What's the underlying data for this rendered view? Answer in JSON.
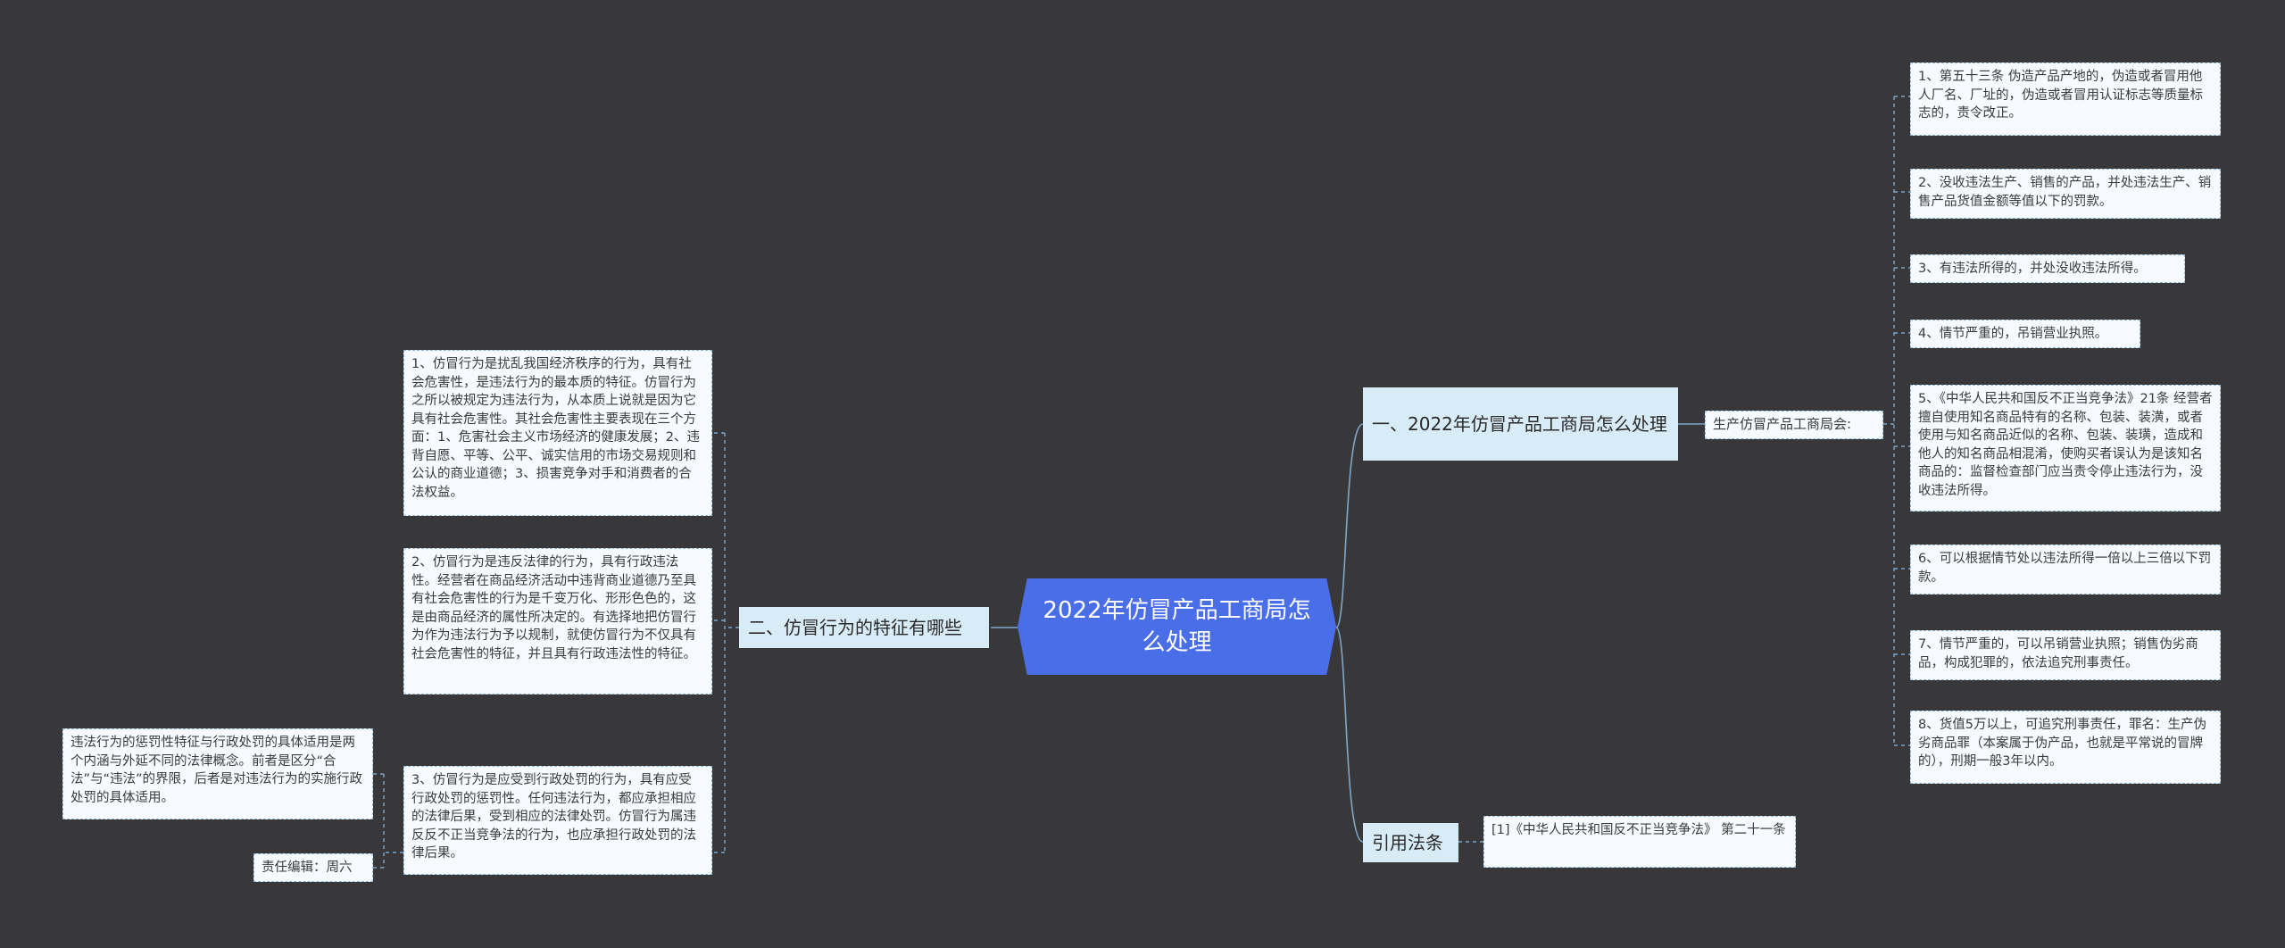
{
  "center": {
    "title": "2022年仿冒产品工商局怎么处理"
  },
  "branches": {
    "one": {
      "label": "一、2022年仿冒产品工商局怎么处理"
    },
    "two": {
      "label": "二、仿冒行为的特征有哪些"
    },
    "ref": {
      "label": "引用法条"
    }
  },
  "sub": {
    "gongshang": "生产仿冒产品工商局会:"
  },
  "penalties": [
    "1、第五十三条 伪造产品产地的，伪造或者冒用他人厂名、厂址的，伪造或者冒用认证标志等质量标志的，责令改正。",
    "2、没收违法生产、销售的产品，并处违法生产、销售产品货值金额等值以下的罚款。",
    "3、有违法所得的，并处没收违法所得。",
    "4、情节严重的，吊销营业执照。",
    "5、《中华人民共和国反不正当竞争法》21条 经营者擅自使用知名商品特有的名称、包装、装潢，或者使用与知名商品近似的名称、包装、装璜，造成和他人的知名商品相混淆，使购买者误认为是该知名商品的：监督检查部门应当责令停止违法行为，没收违法所得。",
    "6、可以根据情节处以违法所得一倍以上三倍以下罚款。",
    "7、情节严重的，可以吊销营业执照；销售伪劣商品，构成犯罪的，依法追究刑事责任。",
    "8、货值5万以上，可追究刑事责任，罪名：生产伪劣商品罪（本案属于伪产品，也就是平常说的冒牌的），刑期一般3年以内。"
  ],
  "features": [
    "1、仿冒行为是扰乱我国经济秩序的行为，具有社会危害性，是违法行为的最本质的特征。仿冒行为之所以被规定为违法行为，从本质上说就是因为它具有社会危害性。其社会危害性主要表现在三个方面：1、危害社会主义市场经济的健康发展；2、违背自愿、平等、公平、诚实信用的市场交易规则和公认的商业道德；3、损害竞争对手和消费者的合法权益。",
    "2、仿冒行为是违反法律的行为，具有行政违法性。经营者在商品经济活动中违背商业道德乃至具有社会危害性的行为是千变万化、形形色色的，这是由商品经济的属性所决定的。有选择地把仿冒行为作为违法行为予以规制，就使仿冒行为不仅具有社会危害性的特征，并且具有行政违法性的特征。",
    "3、仿冒行为是应受到行政处罚的行为，具有应受行政处罚的惩罚性。任何违法行为，都应承担相应的法律后果，受到相应的法律处罚。仿冒行为属违反反不正当竞争法的行为，也应承担行政处罚的法律后果。"
  ],
  "notes": {
    "penalty_note": "违法行为的惩罚性特征与行政处罚的具体适用是两个内涵与外延不同的法律概念。前者是区分“合法”与“违法”的界限，后者是对违法行为的实施行政处罚的具体适用。",
    "editor": "责任编辑：周六"
  },
  "reference": "[1]《中华人民共和国反不正当竞争法》 第二十一条"
}
